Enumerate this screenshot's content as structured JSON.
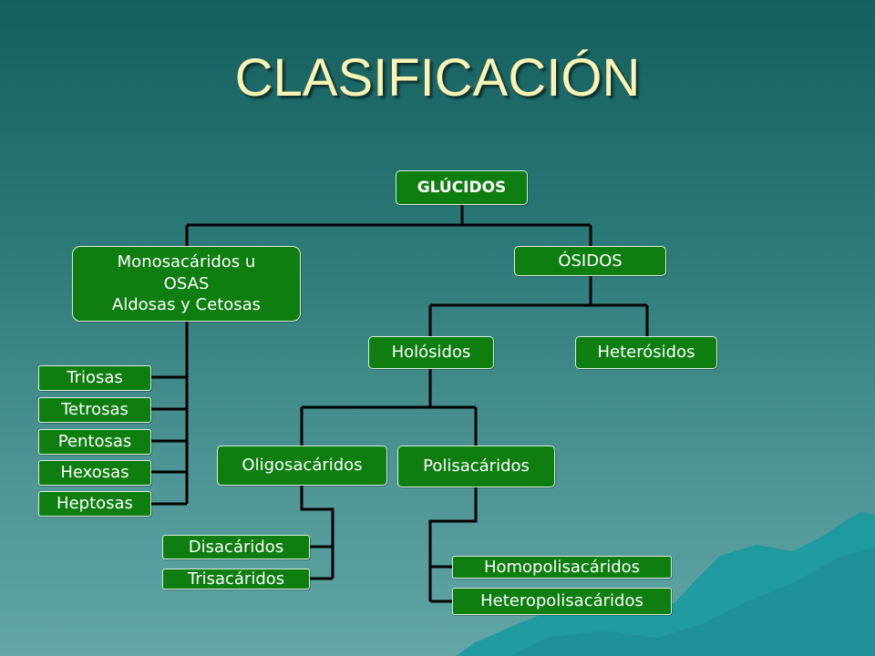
{
  "title": "CLASIFICACIÓN",
  "colors": {
    "node_fill": "#0e7e11",
    "node_text": "#ffffff",
    "title_text": "#fbf3b4",
    "connector": "#000000",
    "background": "#2a7877",
    "mountain": "#1a9aa0"
  },
  "root": "GLÚCIDOS",
  "monosacaridos": "Monosacáridos u\nOSAS\nAldosas y Cetosas",
  "osidos": "ÓSIDOS",
  "holosidos": "Holósidos",
  "heterosidos": "Heterósidos",
  "oligosacaridos": "Oligosacáridos",
  "polisacaridos": "Polisacáridos",
  "mono_types": [
    "Triosas",
    "Tetrosas",
    "Pentosas",
    "Hexosas",
    "Heptosas"
  ],
  "oligo_types": [
    "Disacáridos",
    "Trisacáridos"
  ],
  "poli_types": [
    "Homopolisacáridos",
    "Heteropolisacáridos"
  ]
}
